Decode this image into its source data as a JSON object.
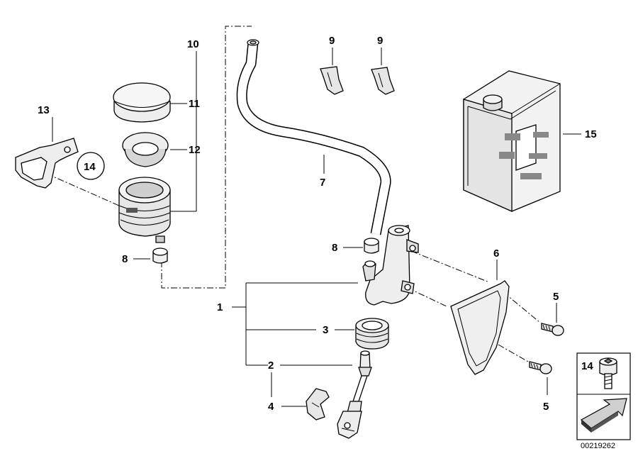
{
  "callouts": {
    "c1": "1",
    "c2": "2",
    "c3": "3",
    "c4": "4",
    "c5a": "5",
    "c5b": "5",
    "c6": "6",
    "c7": "7",
    "c8a": "8",
    "c8b": "8",
    "c9a": "9",
    "c9b": "9",
    "c10": "10",
    "c11": "11",
    "c12": "12",
    "c13": "13",
    "c14_circled": "14",
    "c15": "15"
  },
  "legend_box": {
    "number": "14"
  },
  "diagram_id": "00219262",
  "colors": {
    "line": "#000000",
    "part_fill_light": "#eeeeee",
    "part_fill_mid": "#d6d6d6",
    "part_fill_dark": "#9a9a9a"
  }
}
